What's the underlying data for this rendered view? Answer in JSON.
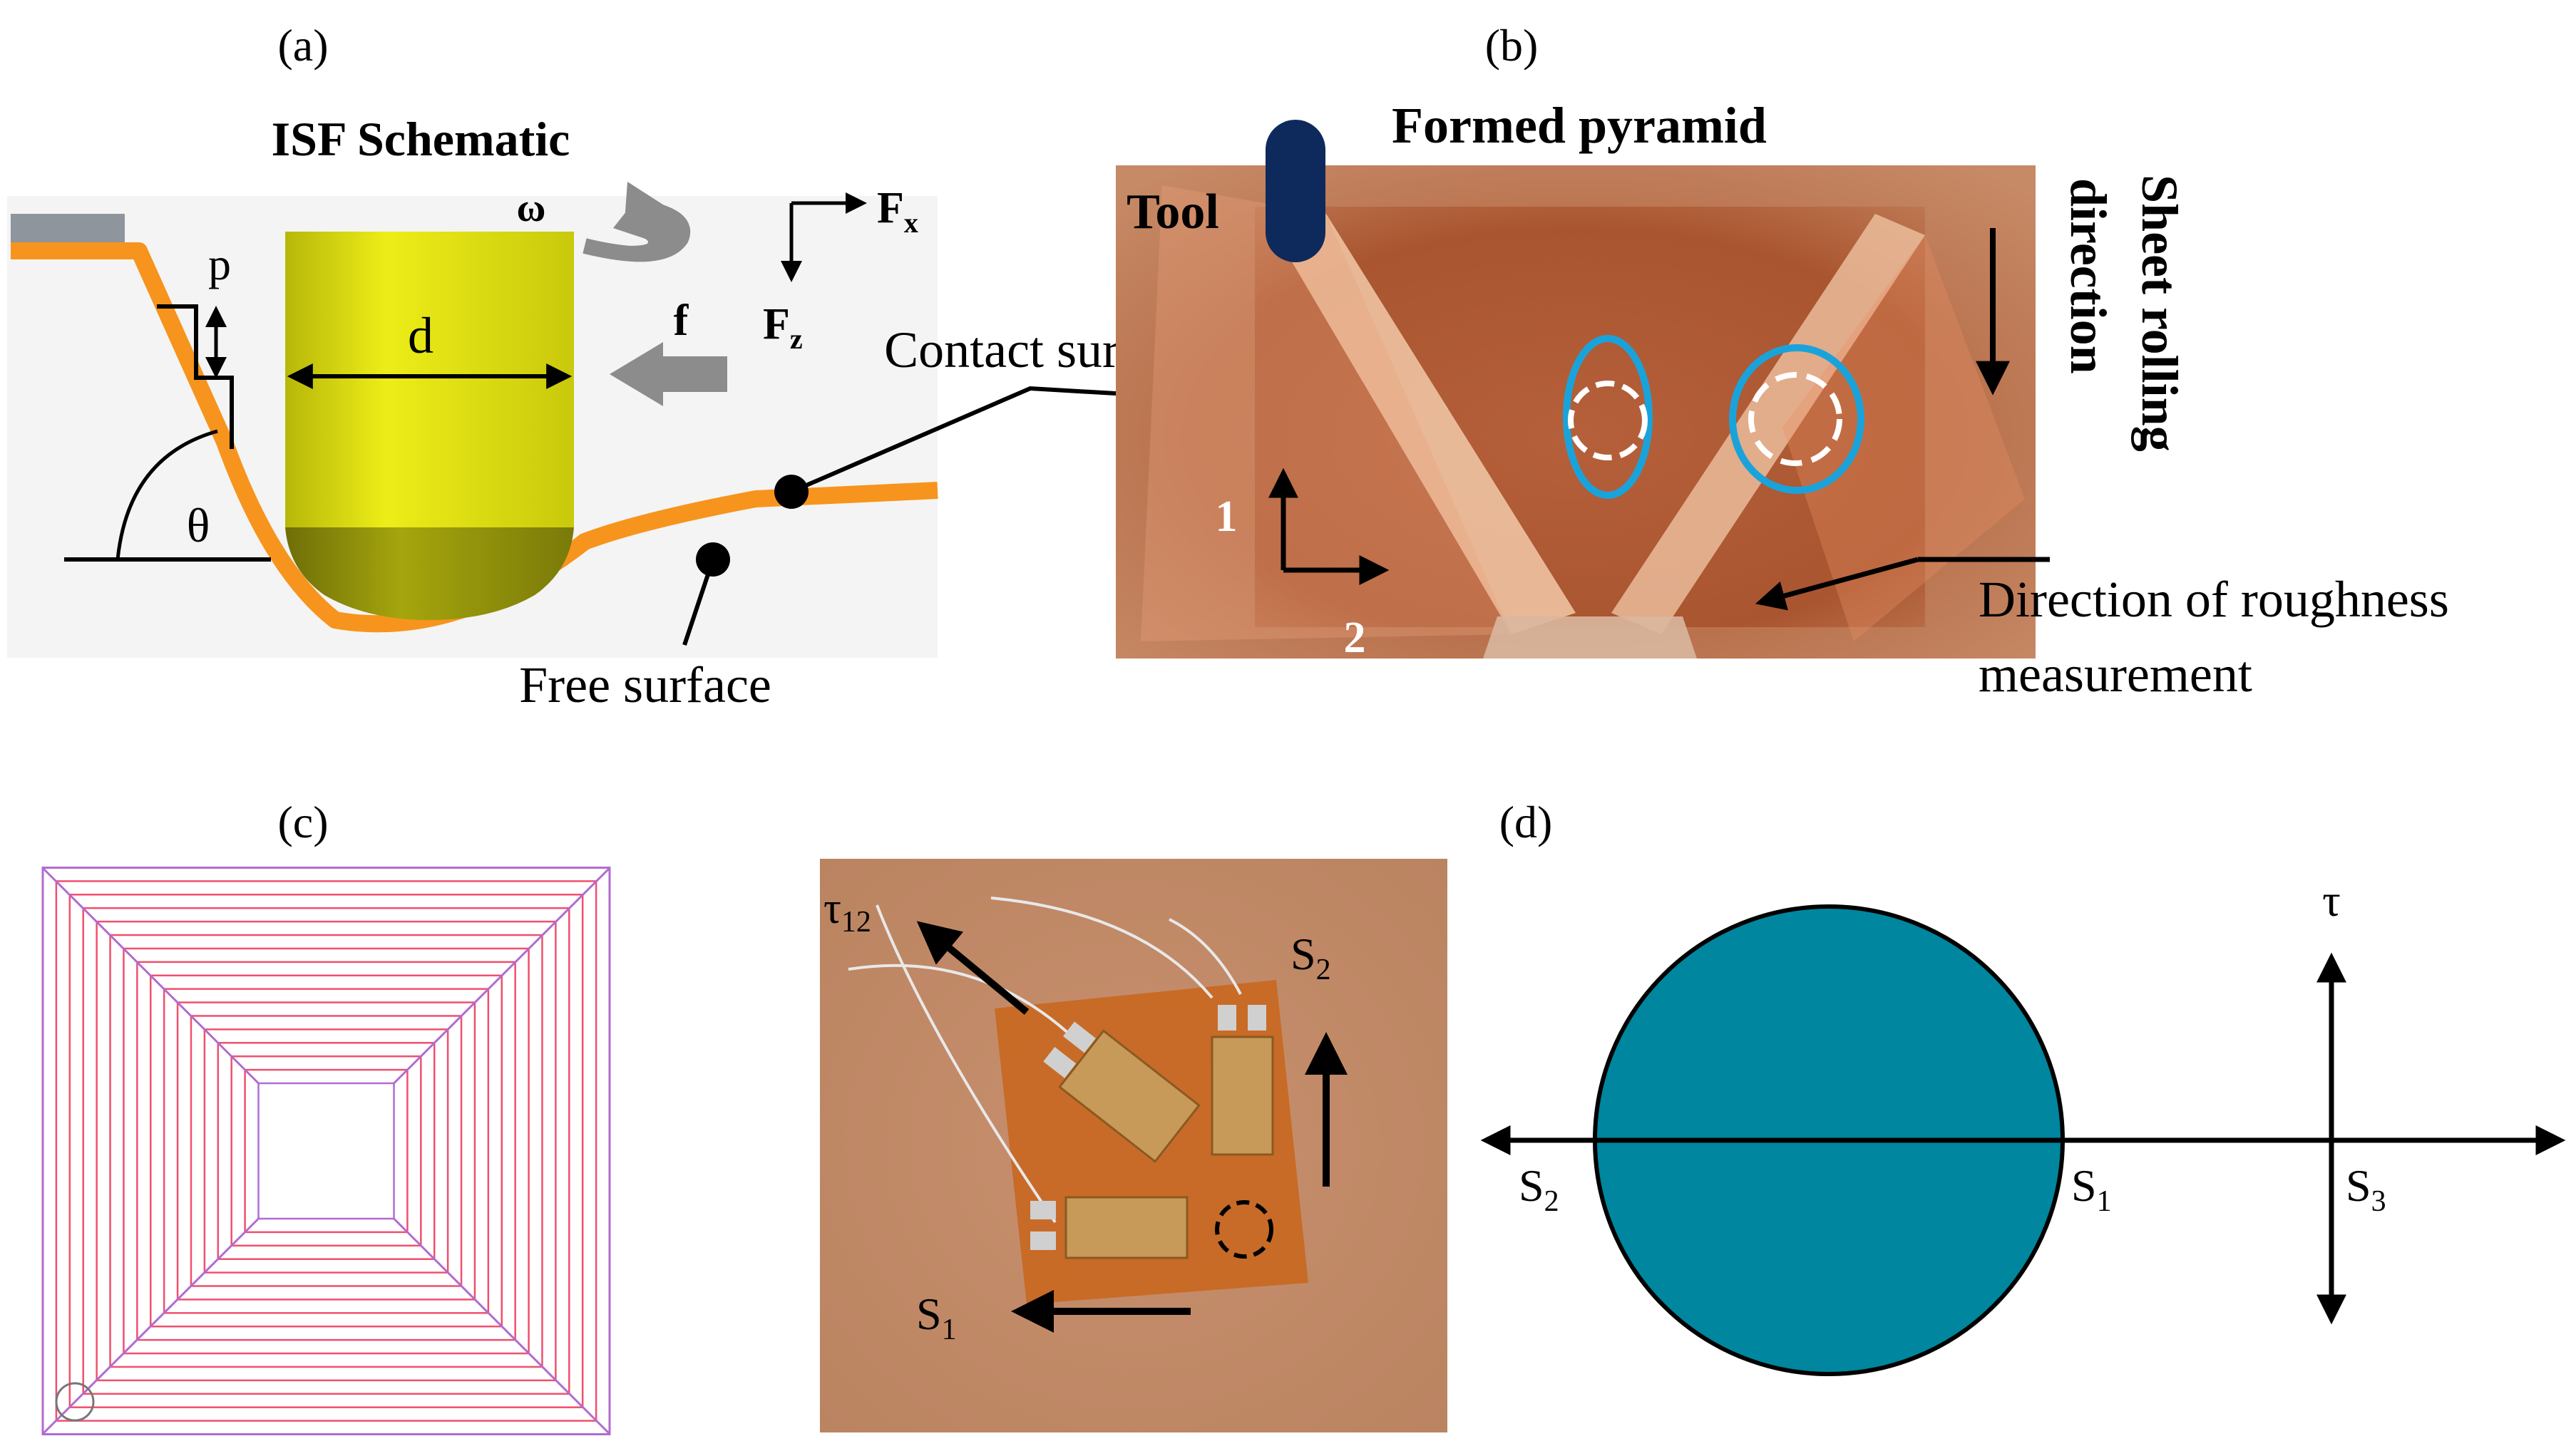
{
  "panels": {
    "a": {
      "label": "(a)",
      "title": "ISF Schematic",
      "omega": "ω",
      "fx": "F",
      "fx_sub": "x",
      "fz": "F",
      "fz_sub": "z",
      "p": "p",
      "d": "d",
      "f": "f",
      "theta": "θ",
      "free_surface": "Free surface",
      "contact_surface": "Contact surface"
    },
    "b": {
      "label": "(b)",
      "title": "Formed pyramid",
      "tool": "Tool",
      "rolling_line1": "Sheet rolling",
      "rolling_line2": "direction",
      "axis_1": "1",
      "axis_2": "2",
      "roughness_line1": "Direction of roughness",
      "roughness_line2": "measurement"
    },
    "c": {
      "label": "(c)",
      "tau12": "τ",
      "tau12_sub": "12",
      "s2": "S",
      "s2_sub": "2",
      "s1": "S",
      "s1_sub": "1"
    },
    "d": {
      "label": "(d)",
      "tau": "τ",
      "s2": "S",
      "s2_sub": "2",
      "s1": "S",
      "s1_sub": "1",
      "s3": "S",
      "s3_sub": "3"
    }
  },
  "colors": {
    "sheet_orange": "#F7941D",
    "tool_yellow": "#E2E20C",
    "tool_dark": "#8C8C0A",
    "copper": "#C8744A",
    "highlight_blue": "#1AA3DA",
    "mohr_teal": "#00869E",
    "toolpath_red": "#F0506E",
    "toolpath_purple": "#B26BD1",
    "navy": "#0E2A5C"
  }
}
